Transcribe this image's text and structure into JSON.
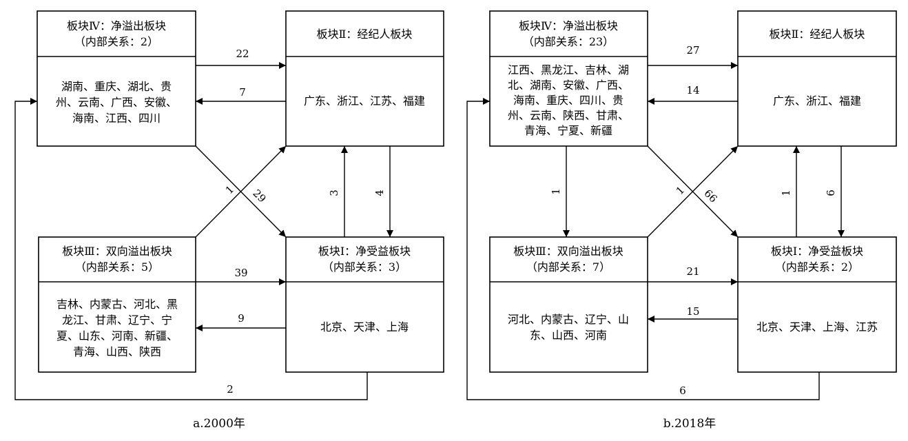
{
  "panels": [
    {
      "caption": "a.2000年",
      "blocks": {
        "b4": {
          "title": "板块Ⅳ：净溢出板块",
          "internal": "（内部关系：2）",
          "members": [
            "湖南、重庆、湖北、贵",
            "州、云南、广西、安徽、",
            "海南、江西、四川"
          ]
        },
        "b2": {
          "title": "板块Ⅱ：经纪人板块",
          "internal": "",
          "members": [
            "广东、浙江、江苏、福建"
          ]
        },
        "b3": {
          "title": "板块Ⅲ：双向溢出板块",
          "internal": "（内部关系：5）",
          "members": [
            "吉林、内蒙古、河北、黑",
            "龙江、甘肃、辽宁、宁",
            "夏、山东、河南、新疆、",
            "青海、山西、陕西"
          ]
        },
        "b1": {
          "title": "板块Ⅰ：净受益板块",
          "internal": "（内部关系：3）",
          "members": [
            "北京、天津、上海"
          ]
        }
      },
      "flows": {
        "b4_to_b2": "22",
        "b2_to_b4": "7",
        "b3_to_b2": "1",
        "b4_to_b1": "29",
        "b1_to_b2": "3",
        "b2_to_b1": "4",
        "b3_to_b1": "39",
        "b1_to_b3": "9",
        "b1_to_b4": "2"
      }
    },
    {
      "caption": "b.2018年",
      "blocks": {
        "b4": {
          "title": "板块Ⅳ：净溢出板块",
          "internal": "（内部关系：23）",
          "members": [
            "江西、黑龙江、吉林、湖",
            "北、湖南、安徽、广西、",
            "海南、重庆、四川、贵",
            "州、云南、陕西、甘肃、",
            "青海、宁夏、新疆"
          ]
        },
        "b2": {
          "title": "板块Ⅱ：经纪人板块",
          "internal": "",
          "members": [
            "广东、浙江、福建"
          ]
        },
        "b3": {
          "title": "板块Ⅲ：双向溢出板块",
          "internal": "（内部关系：7）",
          "members": [
            "河北、内蒙古、辽宁、山",
            "东、山西、河南"
          ]
        },
        "b1": {
          "title": "板块Ⅰ：净受益板块",
          "internal": "（内部关系：2）",
          "members": [
            "北京、天津、上海、江苏"
          ]
        }
      },
      "flows": {
        "b4_to_b2": "27",
        "b2_to_b4": "14",
        "b4_to_b3": "1",
        "b3_to_b2": "1",
        "b4_to_b1": "66",
        "b1_to_b2": "1",
        "b2_to_b1": "6",
        "b3_to_b1": "21",
        "b1_to_b3": "15",
        "b1_to_b4": "6"
      }
    }
  ]
}
